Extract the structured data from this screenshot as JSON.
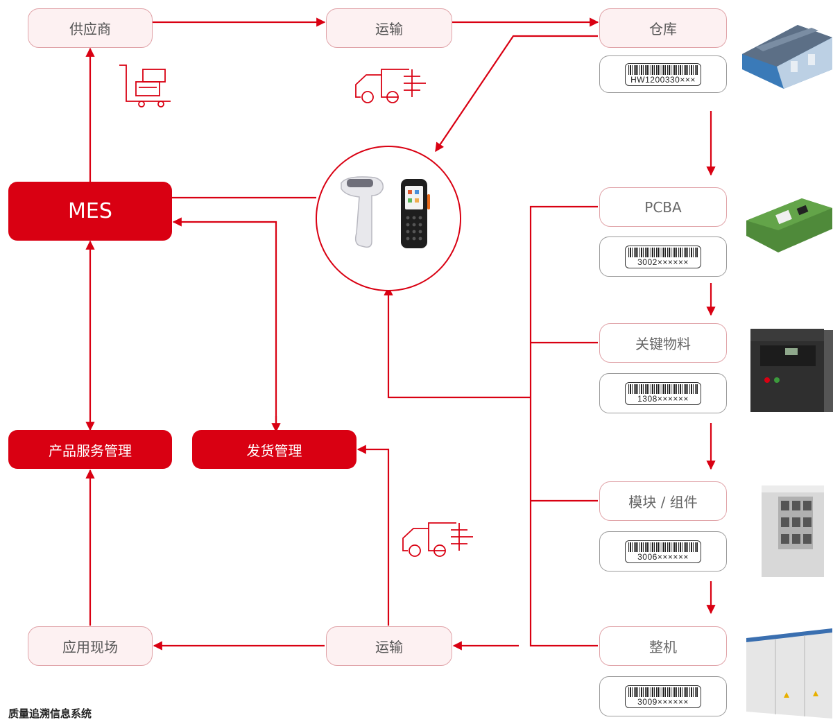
{
  "nodes": {
    "supplier": "供应商",
    "transport_top": "运输",
    "warehouse": "仓库",
    "mes": "MES",
    "pcba": "PCBA",
    "key_material": "关键物料",
    "module": "模块 / 组件",
    "complete_machine": "整机",
    "product_service": "产品服务管理",
    "shipping": "发货管理",
    "application_site": "应用现场",
    "transport_bottom": "运输"
  },
  "barcodes": {
    "warehouse": "HW1200330×××",
    "pcba": "3002××××××",
    "key_material": "1308××××××",
    "module": "3006××××××",
    "complete_machine": "3009××××××"
  },
  "caption": "质量追溯信息系统",
  "icons": [
    "cart-icon",
    "truck-icon",
    "truck-icon",
    "barcode-scanner-icon",
    "handheld-terminal-icon",
    "warehouse-image",
    "pcba-board-image",
    "circuit-breaker-image",
    "switchgear-module-image",
    "cabinet-image"
  ],
  "colors": {
    "accent": "#d90012",
    "light_fill": "#fdf1f2",
    "border": "#e0a3a8"
  }
}
